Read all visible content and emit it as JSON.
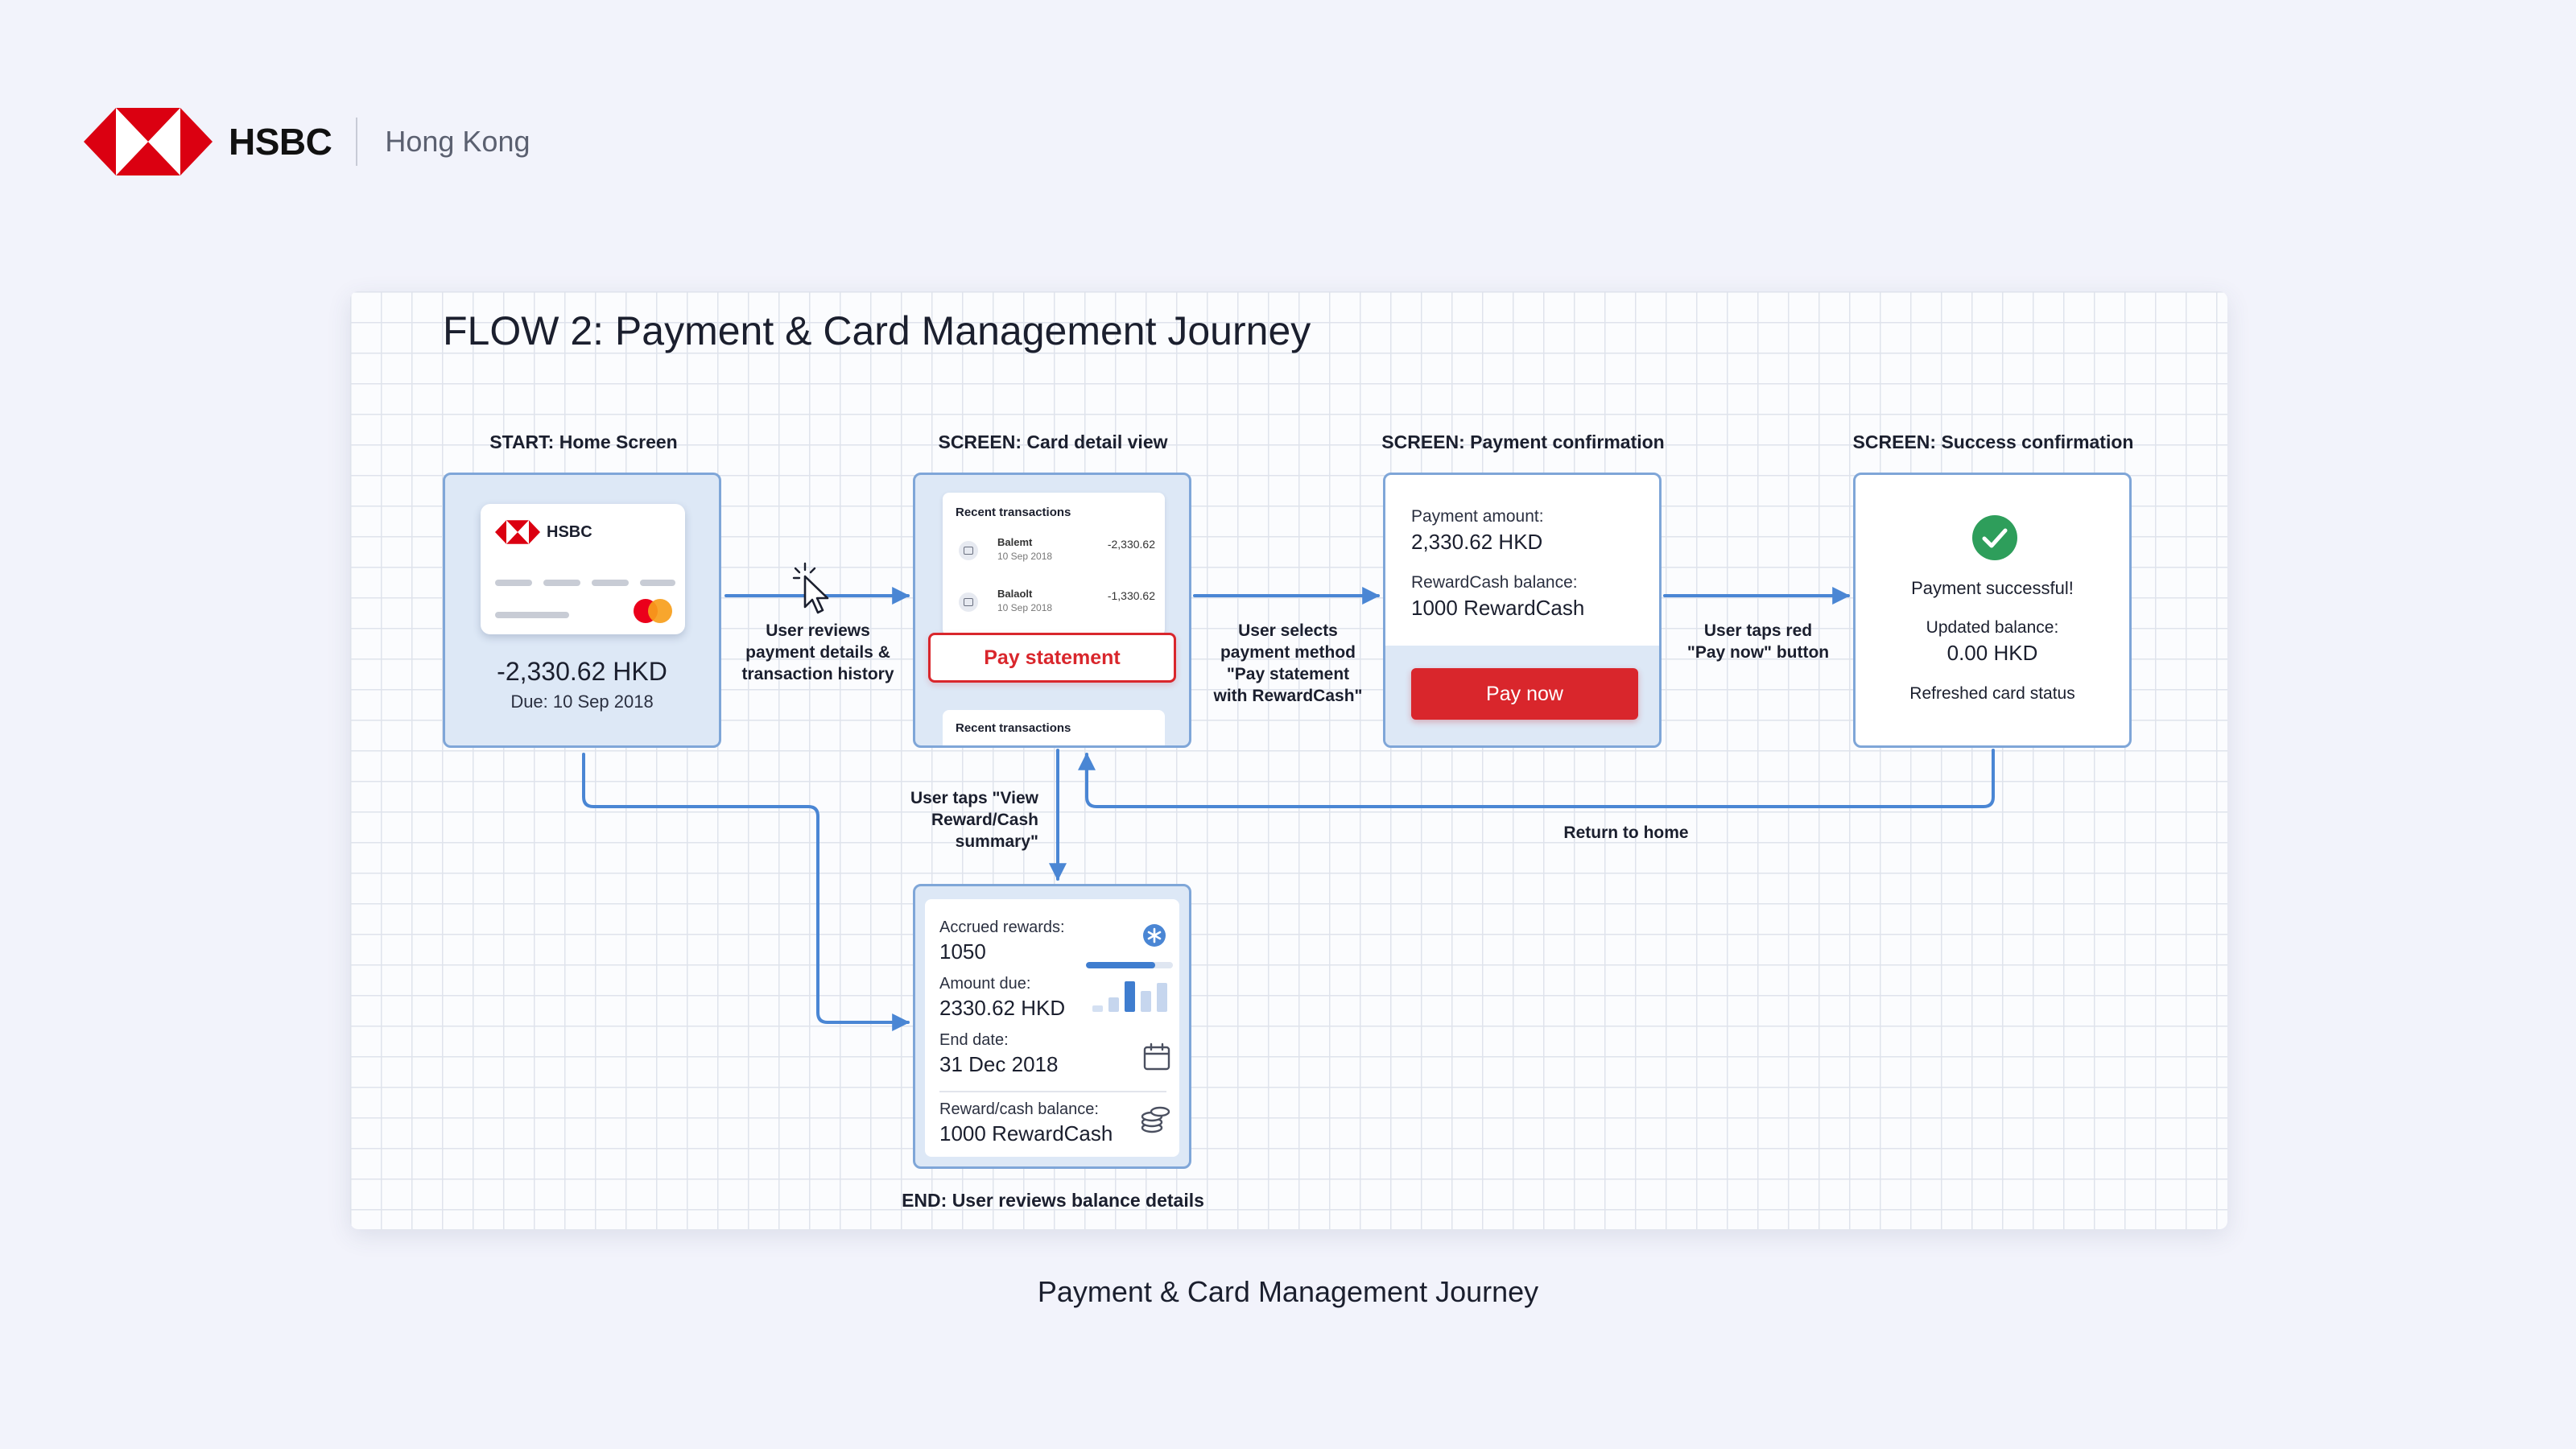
{
  "header": {
    "brand_name": "HSBC",
    "region": "Hong Kong"
  },
  "diagram": {
    "title": "FLOW 2: Payment & Card Management Journey",
    "stages": [
      {
        "label": "START: Home Screen"
      },
      {
        "label": "SCREEN: Card detail view"
      },
      {
        "label": "SCREEN: Payment confirmation"
      },
      {
        "label": "SCREEN: Success confirmation"
      }
    ],
    "home": {
      "card_brand": "HSBC",
      "amount": "-2,330.62 HKD",
      "due": "Due: 10 Sep 2018"
    },
    "card_detail": {
      "section_title": "Recent transactions",
      "transactions": [
        {
          "name": "Balemt",
          "date": "10 Sep 2018",
          "amount": "-2,330.62"
        },
        {
          "name": "Balaolt",
          "date": "10 Sep 2018",
          "amount": "-1,330.62"
        }
      ],
      "pay_button": "Pay statement",
      "section_title_2": "Recent transactions"
    },
    "payment_confirmation": {
      "amount_label": "Payment amount:",
      "amount_value": "2,330.62 HKD",
      "balance_label": "RewardCash balance:",
      "balance_value": "1000 RewardCash",
      "pay_button": "Pay now"
    },
    "success": {
      "message": "Payment successful!",
      "balance_label": "Updated balance:",
      "balance_value": "0.00 HKD",
      "status": "Refreshed card status"
    },
    "rewards_summary": {
      "accrued_label": "Accrued rewards:",
      "accrued_value": "1050",
      "accrued_progress": 0.8,
      "amount_due_label": "Amount due:",
      "amount_due_value": "2330.62 HKD",
      "end_date_label": "End date:",
      "end_date_value": "31 Dec 2018",
      "balance_label": "Reward/cash balance:",
      "balance_value": "1000 RewardCash"
    },
    "transitions": {
      "t1": [
        "User reviews",
        "payment details &",
        "transaction history"
      ],
      "t2": [
        "User selects",
        "payment method",
        "\"Pay statement",
        "with RewardCash\""
      ],
      "t3": [
        "User taps red",
        "\"Pay now\" button"
      ],
      "t4": [
        "User taps \"View",
        "Reward/Cash",
        "summary\""
      ],
      "t5": "Return to home"
    },
    "end_label": "END: User reviews balance details",
    "colors": {
      "connector": "#4a86d4",
      "brand_red": "#db0011",
      "action_red": "#d9262c",
      "success_green": "#2e9e5b"
    }
  },
  "caption": "Payment & Card Management Journey"
}
